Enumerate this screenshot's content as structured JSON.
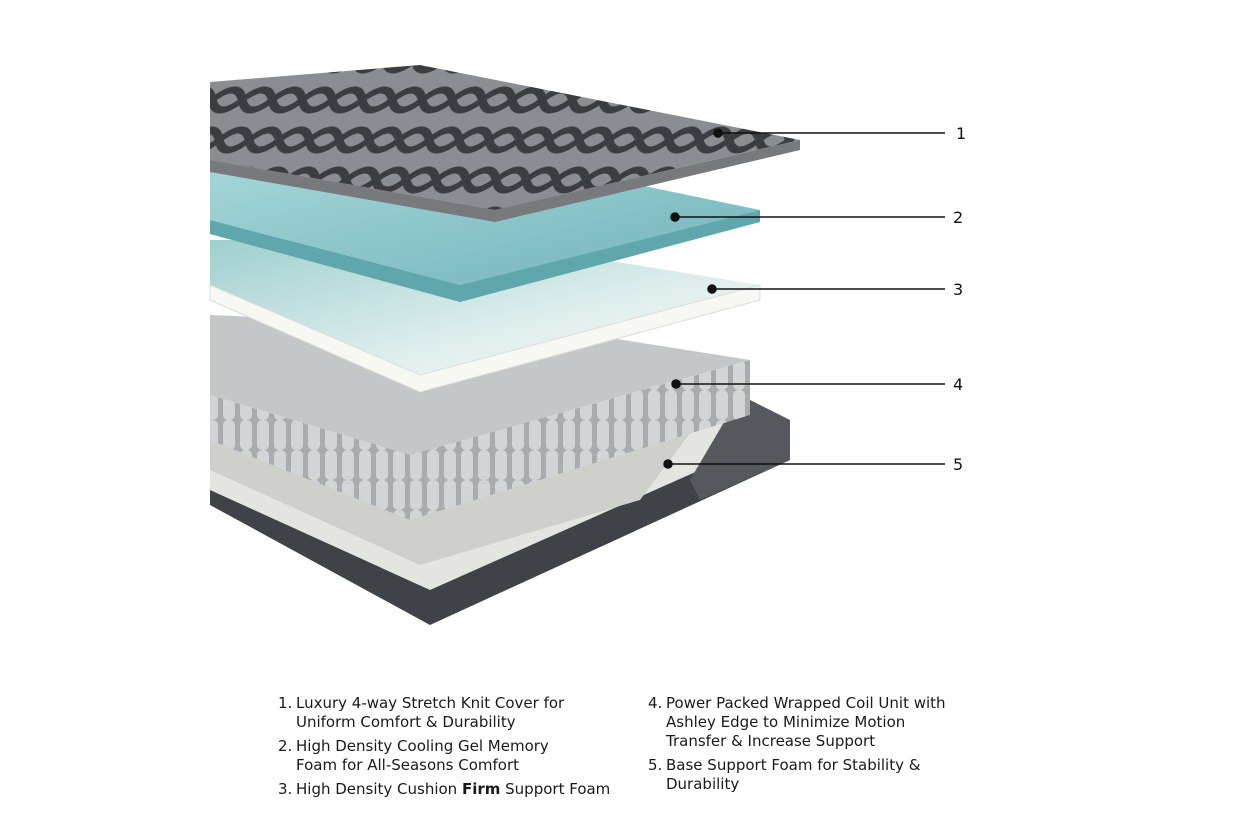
{
  "callouts": [
    "1",
    "2",
    "3",
    "4",
    "5"
  ],
  "legend": [
    {
      "num": "1.",
      "text": "Luxury 4-way Stretch Knit Cover for Uniform Comfort & Durability"
    },
    {
      "num": "2.",
      "text": "High Density Cooling Gel Memory Foam for All-Seasons Comfort"
    },
    {
      "num": "3.",
      "pre": "High Density Cushion ",
      "bold": "Firm",
      "post": " Support Foam"
    },
    {
      "num": "4.",
      "text": "Power Packed Wrapped Coil Unit with Ashley Edge to Minimize Motion Transfer & Increase Support"
    },
    {
      "num": "5.",
      "text": "Base Support Foam for Stability & Durability"
    }
  ],
  "colors": {
    "cover": "#6b6e73",
    "gel": "#8fc7cc",
    "cushion": "#f2f2ee",
    "coil": "#b9bbbd",
    "base": "#3f4246"
  }
}
